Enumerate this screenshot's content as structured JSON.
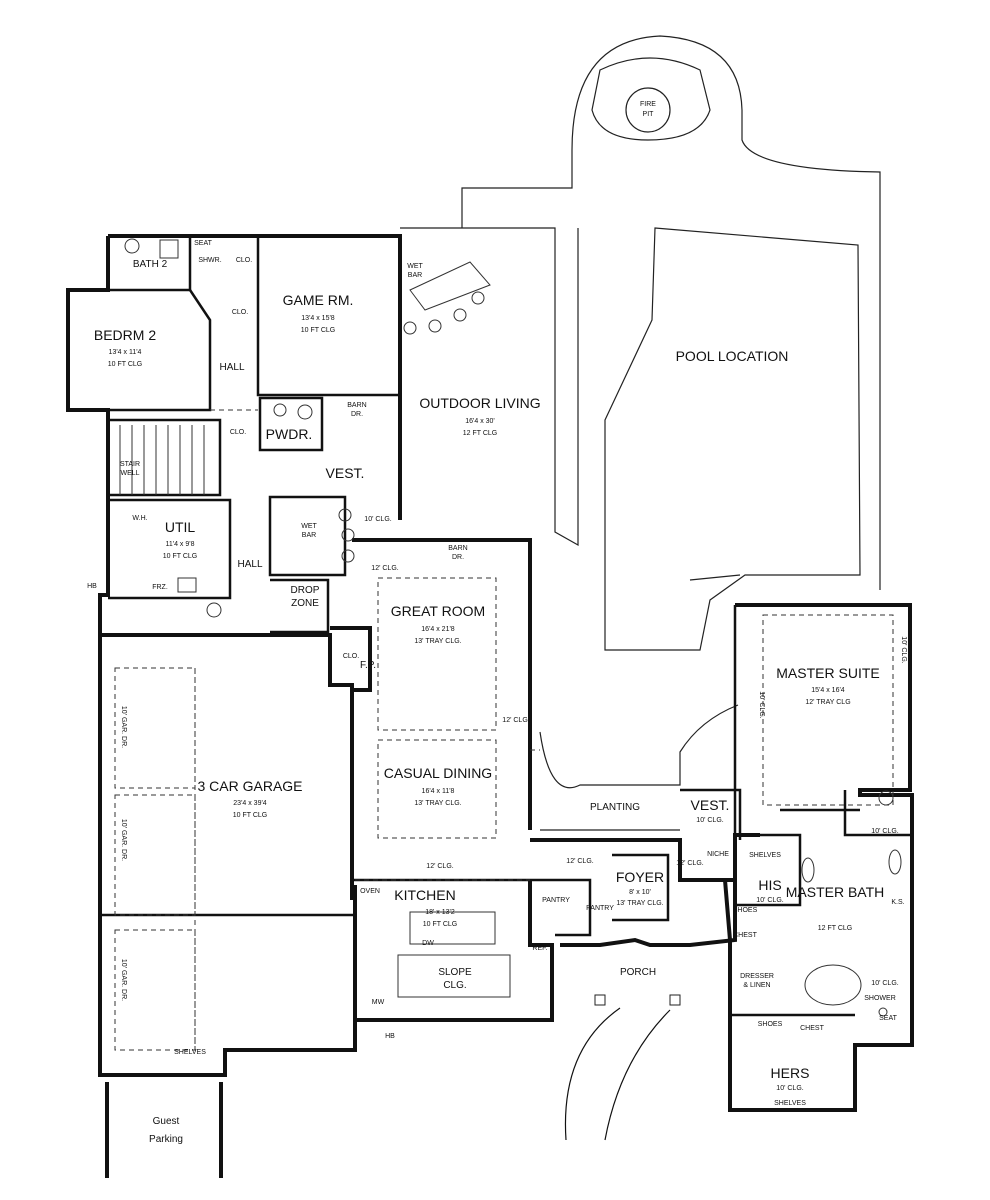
{
  "rooms": {
    "bath2": {
      "name": "BATH 2"
    },
    "seat_bath2": "SEAT",
    "shwr_bath2": "SHWR.",
    "clo_bath2": "CLO.",
    "bedrm2": {
      "name": "BEDRM 2",
      "size": "13'4 x 11'4",
      "clg": "10 FT CLG"
    },
    "game_rm": {
      "name": "GAME RM.",
      "size": "13'4 x 15'8",
      "clg": "10 FT CLG"
    },
    "clo_game": "CLO.",
    "hall_upper": "HALL",
    "wet_bar_outdoor": [
      "WET",
      "BAR"
    ],
    "outdoor_living": {
      "name": "OUTDOOR LIVING",
      "size": "16'4 x 30'",
      "clg": "12 FT CLG"
    },
    "pool": "POOL LOCATION",
    "fire_pit": [
      "FIRE",
      "PIT"
    ],
    "pwdr": "PWDR.",
    "barn_dr_1": [
      "BARN",
      "DR."
    ],
    "clo_stair": "CLO.",
    "stair_well": [
      "STAIR",
      "WELL"
    ],
    "vest": "VEST.",
    "wet_bar_inner": [
      "WET",
      "BAR"
    ],
    "ten_clg_a": "10' CLG.",
    "util": {
      "name": "UTIL",
      "size": "11'4 x 9'8",
      "clg": "10 FT CLG"
    },
    "hall_lower": "HALL",
    "wh": "W.H.",
    "frz": "FRZ.",
    "drop_zone": [
      "DROP",
      "ZONE"
    ],
    "twelve_clg_a": "12' CLG.",
    "barn_dr_2": [
      "BARN",
      "DR."
    ],
    "great_room": {
      "name": "GREAT ROOM",
      "size": "16'4 x 21'8",
      "clg": "13' TRAY CLG."
    },
    "clo_fp": "CLO.",
    "fp": "F.P.",
    "twelve_clg_b": "12' CLG.",
    "casual_dining": {
      "name": "CASUAL DINING",
      "size": "16'4 x 11'8",
      "clg": "13' TRAY CLG."
    },
    "garage": {
      "name": "3 CAR GARAGE",
      "size": "23'4 x 39'4",
      "clg": "10 FT CLG"
    },
    "garage_doors": [
      "10' GAR. DR.",
      "10' GAR. DR.",
      "10' GAR. DR."
    ],
    "shelves_garage": "SHELVES",
    "guest_parking": [
      "Guest",
      "Parking"
    ],
    "master_suite": {
      "name": "MASTER SUITE",
      "size": "15'4 x 16'4",
      "clg": "12' TRAY CLG"
    },
    "ten_clg_ms_a": "10' CLG.",
    "ten_clg_ms_b": "10' CLG.",
    "planting": "PLANTING",
    "vest_master": {
      "name": "VEST.",
      "clg": "10' CLG."
    },
    "ten_clg_wc": "10' CLG.",
    "twelve_clg_c": "12' CLG.",
    "twelve_clg_d": "12' CLG.",
    "twelve_clg_e": "12' CLG.",
    "foyer": {
      "name": "FOYER",
      "size": "8' x 10'",
      "clg": "13' TRAY CLG."
    },
    "niche": "NICHE",
    "shelves_his": "SHELVES",
    "his": {
      "name": "HIS",
      "clg": "10' CLG."
    },
    "shoes_his": "SHOES",
    "master_bath": {
      "name": "MASTER BATH",
      "clg": "12 FT CLG"
    },
    "ks": "K.S.",
    "kitchen": {
      "name": "KITCHEN",
      "size": "18' x 13'2",
      "clg": "10 FT CLG"
    },
    "oven": "OVEN",
    "dw": "DW",
    "ref": "REF.",
    "slope": [
      "SLOPE",
      "CLG."
    ],
    "mw": "MW",
    "pantry_a": "PANTRY",
    "pantry_b": "PANTRY",
    "porch": "PORCH",
    "chest_a": "CHEST",
    "dresser": [
      "DRESSER",
      "& LINEN"
    ],
    "ten_clg_bath": "10' CLG.",
    "shower": "SHOWER",
    "seat_master": "SEAT",
    "shoes_hers": "SHOES",
    "chest_b": "CHEST",
    "hers": {
      "name": "HERS",
      "clg": "10' CLG."
    },
    "shelves_hers": "SHELVES",
    "hb_a": "HB",
    "hb_b": "HB"
  }
}
